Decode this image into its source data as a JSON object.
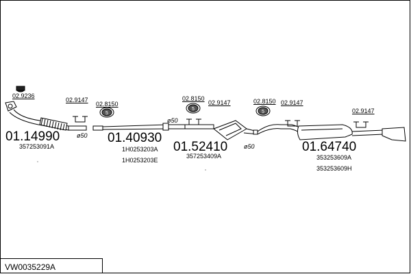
{
  "diagram_code": "VW0035229A",
  "parts": [
    {
      "number": "01.14990",
      "oe": [
        "357253091A"
      ]
    },
    {
      "number": "01.40930",
      "oe": [
        "1H0253203A",
        "1H0253203E"
      ]
    },
    {
      "number": "01.52410",
      "oe": [
        "357253409A"
      ]
    },
    {
      "number": "01.64740",
      "oe": [
        "353253609A",
        "353253609H"
      ]
    }
  ],
  "fittings": {
    "gasket": "02.9236",
    "clamp": "02.9147",
    "hanger": "02.8150"
  },
  "diameter_label": "ø50"
}
